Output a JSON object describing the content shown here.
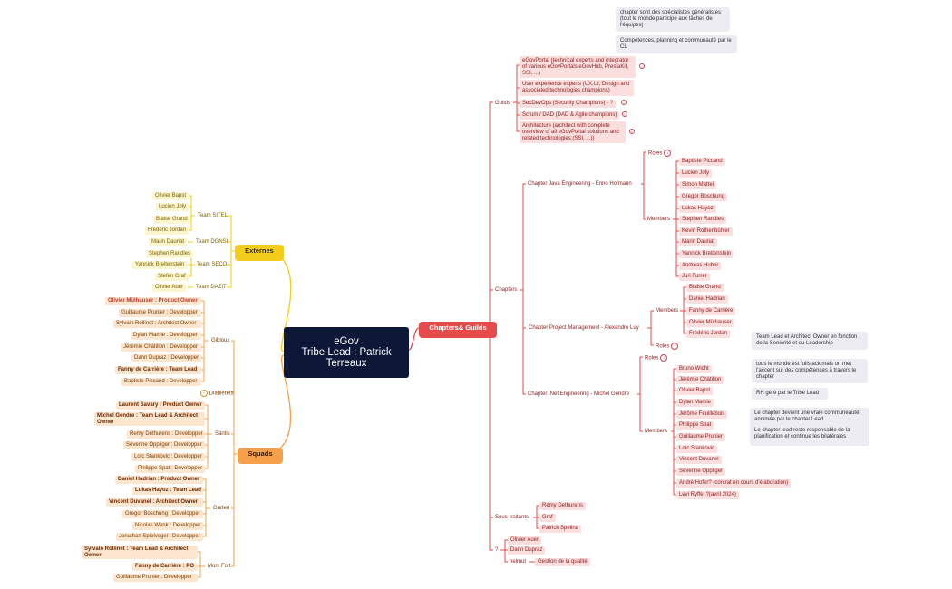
{
  "root": {
    "line1": "eGov",
    "line2": "Tribe Lead : Patrick",
    "line3": "Terreaux"
  },
  "externes": {
    "label": "Externes",
    "team_sitel": "Team SITEL",
    "team_dgnsi": "Team DGNSI",
    "team_seco": "Team SECO",
    "team_dazit": "Team DAZIT",
    "sitel": [
      "Olivier Bapst",
      "Lucien Joly",
      "Blaise Grand",
      "Frédéric Jordan"
    ],
    "dgnsi": [
      "Marin Dauriat"
    ],
    "seco": [
      "Stephen Randles",
      "Yannick Breitenstein",
      "Stefan Graf"
    ],
    "dazit": [
      "Olivier Auer"
    ]
  },
  "squads": {
    "label": "Squads",
    "gibloux_label": "Gibloux",
    "gibloux": [
      "Olivier Mülhauser : Product Owner",
      "Guillaume Prunier : Developper",
      "Sylvain Rollinet : Architect Owner",
      "Dylan Mamie : Developper",
      "Jérémie Châtillon : Developper",
      "Dann Dupraz : Developper",
      "Fanny de Carrière : Team Lead",
      "Baptiste Piccand : Developper"
    ],
    "diablerets_label": "Diablerets",
    "santis_label": "Säntis",
    "santis": [
      "Laurent Savary : Product Owner",
      "Michel Gendre : Team Lead &  Architect Owner",
      "Remy Dethurens : Developper",
      "Séverine Oppliger : Developper",
      "Loïc Stankovic : Developper",
      "Philippe Spat : Developper"
    ],
    "gurten_label": "Gurten",
    "gurten": [
      "Daniel Hadrian : Product Owner",
      "Lukas Hayoz : Team Lead",
      "Vincent Duvanel : Architect Owner",
      "Gregor Boschung : Developper",
      "Nicolas Wenk : Developper",
      "Jonathan Spielvogel : Developper"
    ],
    "montfort_label": "Mont Fort",
    "montfort": [
      "Sylvain Rollinet : Team Lead &  Architect Owner",
      "Fanny de Carrière : PO",
      "Guillaume Prunier : Developper"
    ]
  },
  "chapters_guilds": {
    "label": "Chapters& Guilds",
    "notes_top": [
      "chapter sont des spécialistes généralistes (tout le monde participe aux tâches de l'équipes)",
      "Compétences, planning et communauté par le CL"
    ],
    "guilds_label": "Guilds",
    "guilds": [
      "eGovPortal (technical experts and integrator of various eGovPortals eGovHub, PrestaKit, SSI, ...)",
      "User experience experts (UX,UI, Design and associated technologies champions)",
      "SecDevOps (Security Champions) - ?",
      "Scrum / DAD (DAD & Agile champions)",
      "Architecture (architect with complete overview of all eGovPortal solutions and related technologies (SSI, ...))"
    ],
    "chapters_label": "Chapters",
    "java_label": "Chapter Java Engineering - Enno Hofmann",
    "roles_label": "Roles",
    "members_label": "Members",
    "java_members": [
      "Baptiste Piccand",
      "Lucien Joly",
      "Simon Mattei",
      "Gregor Boschung",
      "Lukas Hayoz",
      "Stephen Randles",
      "Kevin Rothenbühler",
      "Marin Dauriat",
      "Yannick Breitenstein",
      "Andreas Huber",
      "Juri Furrer"
    ],
    "pm_label": "Chapter Project Management - Alexandre Luy",
    "pm_members": [
      "Blaise Grand",
      "Daniel Hadrian",
      "Fanny de Carrière",
      "Olivier Mülhauser",
      "Frédéric Jordan"
    ],
    "net_label": "Chapter .Net Engineering - Michel Gendre",
    "net_members": [
      "Bruno Wicht",
      "Jérémie Châtillon",
      "Olivier Bapst",
      "Dylan Mamie",
      "Jérôme Feuillebois",
      "Philippe Spat",
      "Guillaume Prunier",
      "Loïc Stankovic",
      "Vincent Duvanel",
      "Séverine Oppliger",
      "André Hofer? (contrat en cours d'élaboration)",
      "Levi Ryffel ?(avril 2024)"
    ],
    "sous_label": "Sous-traitants",
    "sous": [
      "Rémy Dethurens",
      "Graf",
      "Patrick Spelina"
    ],
    "q_label": "?",
    "q_items": [
      "Olivier Auer",
      "Dann Dupraz"
    ],
    "helmut": "helmut",
    "helmut_role": "Gestion de la qualité",
    "notes_right": [
      "Team Lead et Architect Owner en fonction de la Seniorité et du Leadership",
      "tous le monde est fullstack mais on met l'accent sur des compétences à travers le chapter",
      "RH géré par le Tribe Lead",
      "Le chapter devient une vraie communeauté annimée par le chapter Lead.",
      "Le chapter lead reste responsable de la planification et continue les bilatérales"
    ]
  },
  "colors": {
    "root": "#0d1838",
    "externes": "#f2cd1b",
    "squads": "#f5a04a",
    "chapters": "#e74a4a"
  }
}
